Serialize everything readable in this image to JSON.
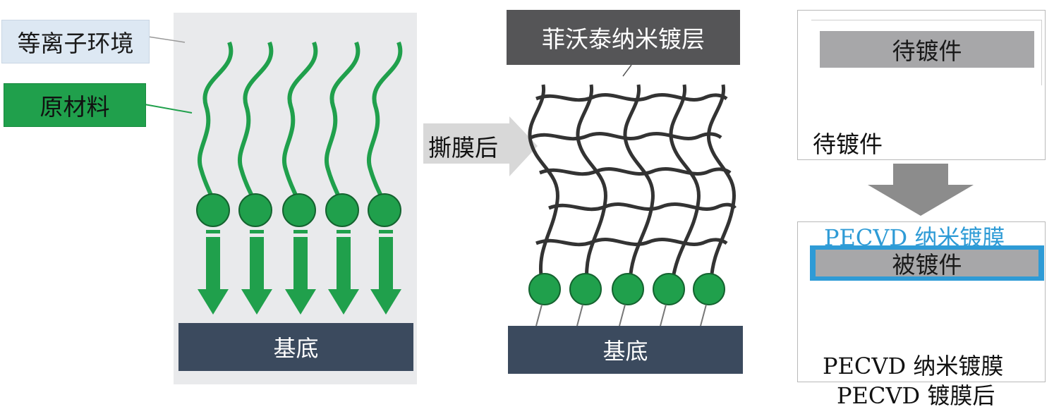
{
  "left_panel": {
    "plasma_label": "等离子环境",
    "raw_material_label": "原材料",
    "substrate_label": "基底"
  },
  "middle_panel": {
    "after_tear_label": "撕膜后",
    "coating_label": "菲沃泰纳米镀层",
    "substrate_label": "基底"
  },
  "right_panel": {
    "part_bar_label": "待镀件",
    "part_caption": "待镀件",
    "film_label_top": "PECVD 纳米镀膜",
    "coated_part_label": "被镀件",
    "film_caption": "PECVD 纳米镀膜",
    "bottom_caption": "PECVD 镀膜后"
  },
  "colors": {
    "green": "#20a04c",
    "dark_green": "#178a3e",
    "substrate": "#3b4a5e",
    "mesh": "#333333",
    "film_blue": "#2e9bd6",
    "part_gray": "#a7a7a9"
  }
}
